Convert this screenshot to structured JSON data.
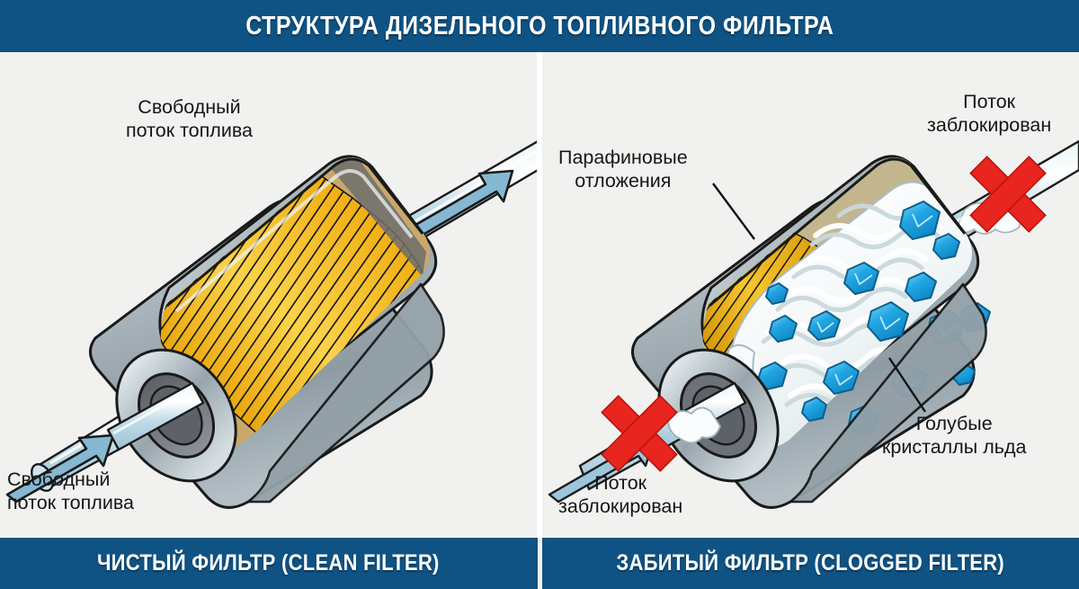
{
  "header": {
    "title": "СТРУКТУРА ДИЗЕЛЬНОГО ТОПЛИВНОГО ФИЛЬТРА",
    "background_color": "#0f5384",
    "text_color": "#ffffff"
  },
  "footer": {
    "left_label": "ЧИСТЫЙ ФИЛЬТР (CLEAN FILTER)",
    "right_label": "ЗАБИТЫЙ ФИЛЬТР (CLOGGED FILTER)",
    "background_color": "#0f5384",
    "text_color": "#ffffff"
  },
  "panels": {
    "left": {
      "name": "clean-filter",
      "background_color": "#f1f1ef",
      "labels": {
        "outlet_flow": "Свободный\nпоток топлива",
        "outlet_flow_line1": "Свободный",
        "outlet_flow_line2": "поток топлива",
        "inlet_flow_line1": "Свободный",
        "inlet_flow_line2": "поток топлива"
      },
      "elements": {
        "housing_color": "#9aa6ad",
        "pleat_color": "#f7bb1f",
        "pleat_highlight": "#fcd85a",
        "tube_color": "#bcd9e6",
        "arrow_color": "#7fb4ce"
      }
    },
    "right": {
      "name": "clogged-filter",
      "background_color": "#f1f1ef",
      "labels": {
        "paraffin_line1": "Парафиновые",
        "paraffin_line2": "отложения",
        "blocked_top_line1": "Поток",
        "blocked_top_line2": "заблокирован",
        "crystals_line1": "Голубые",
        "crystals_line2": "кристаллы льда",
        "blocked_bottom_line1": "Поток",
        "blocked_bottom_line2": "заблокирован"
      },
      "elements": {
        "wax_color": "#fbfbfb",
        "wax_shadow": "#c9d5d9",
        "crystal_color": "#22a7e3",
        "crystal_light": "#6fd0f5",
        "cross_color": "#e8251e",
        "housing_color": "#9aa6ad"
      }
    }
  }
}
